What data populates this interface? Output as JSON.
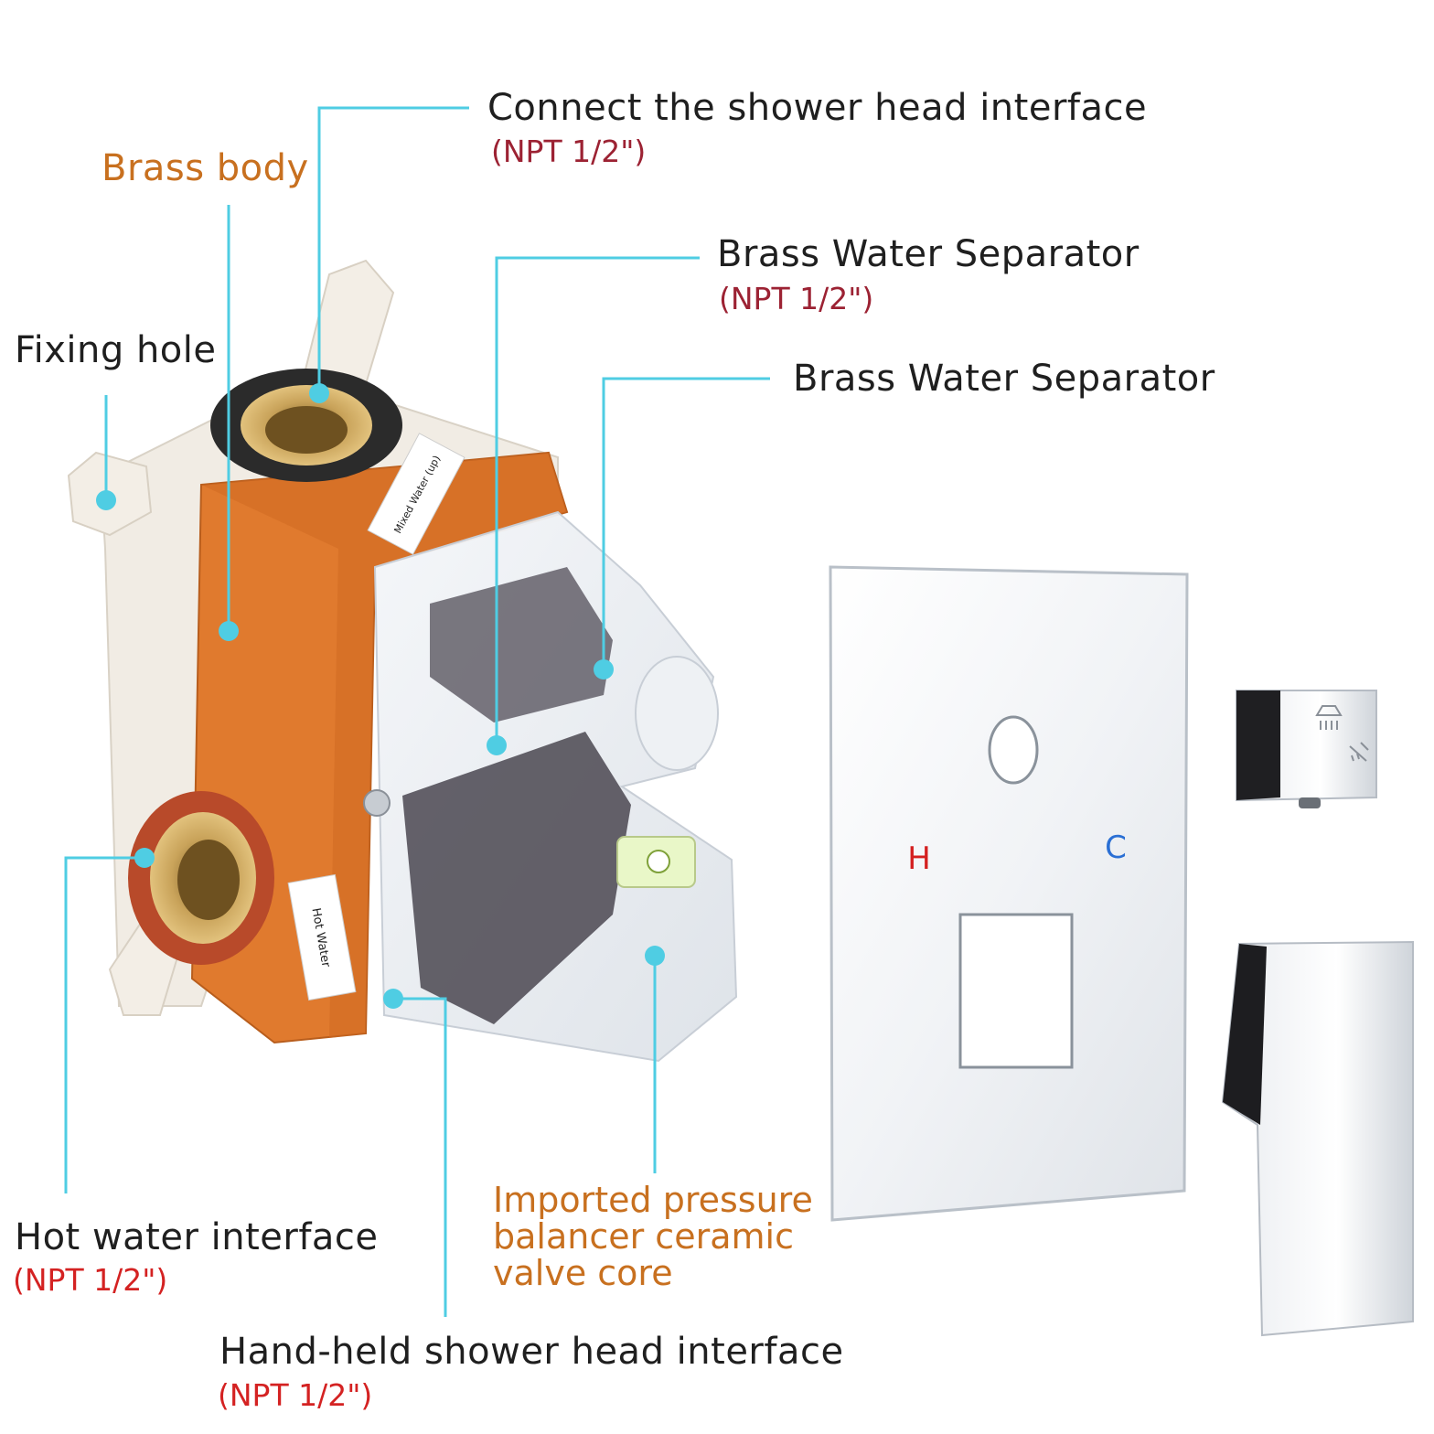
{
  "labels": {
    "shower_head": "Connect the shower head interface",
    "shower_head_spec": "(NPT 1/2\")",
    "brass_body": "Brass body",
    "separator_1": "Brass Water Separator",
    "separator_1_spec": "(NPT 1/2\")",
    "fixing_hole": "Fixing hole",
    "separator_2": "Brass Water Separator",
    "hot_water": "Hot water interface",
    "hot_water_spec": "(NPT 1/2\")",
    "valve_core_line1": "Imported pressure",
    "valve_core_line2": "balancer ceramic",
    "valve_core_line3": "valve core",
    "handheld": "Hand-held shower head interface",
    "handheld_spec": "(NPT 1/2\")"
  },
  "valve_stickers": {
    "mixed": "Mixed Water (up)",
    "hot": "Hot Water"
  },
  "trim_plate": {
    "hot_mark": "H",
    "cold_mark": "C"
  },
  "colors": {
    "leader_line": "#4fcde3",
    "brass_body": "#e07a2e",
    "label_orange": "#c8701f",
    "spec_dark_red": "#9c2233",
    "spec_red": "#d42222",
    "hot_mark": "#d42020",
    "cold_mark": "#2a6fd4"
  }
}
